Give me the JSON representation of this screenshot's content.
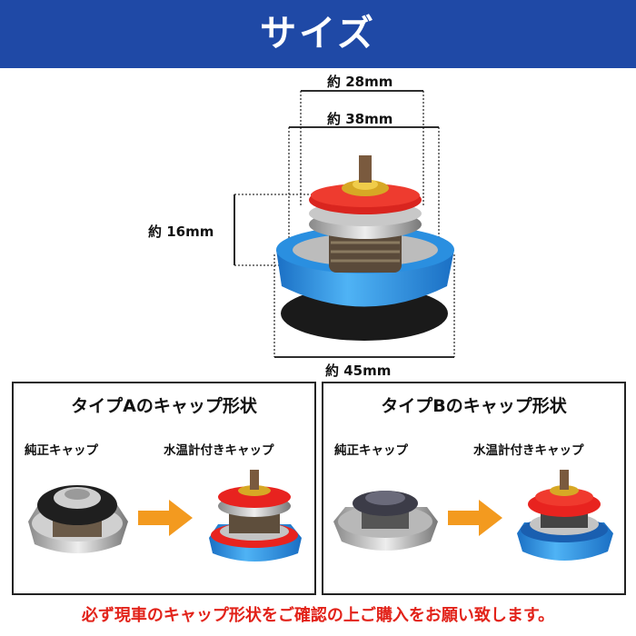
{
  "banner": {
    "title": "サイズ"
  },
  "dimensions": {
    "inner_diameter": "約 28mm",
    "seal_diameter": "約 38mm",
    "height": "約 16mm",
    "outer_diameter": "約 45mm"
  },
  "panels": [
    {
      "title": "タイプAのキャップ形状",
      "standard_label": "純正キャップ",
      "gauge_label": "水温計付きキャップ"
    },
    {
      "title": "タイプBのキャップ形状",
      "standard_label": "純正キャップ",
      "gauge_label": "水温計付きキャップ"
    }
  ],
  "notice": "必ず現車のキャップ形状をご確認の上ご購入をお願い致します。",
  "colors": {
    "banner": "#1f49a6",
    "notice": "#e2231a",
    "arrow": "#f39a1f",
    "cap_blue": "#2a8fe0",
    "cap_red": "#e8231f"
  }
}
